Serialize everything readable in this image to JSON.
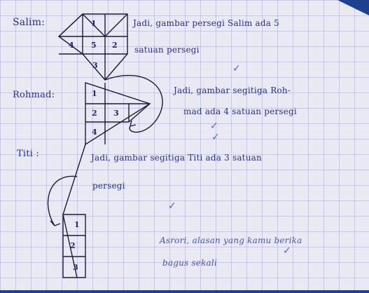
{
  "salim": {
    "name": "Salim:",
    "text_line1": "Jadi, gambar persegi Salim ada 5",
    "text_line2": "satuan persegi",
    "parts": [
      "1",
      "2",
      "3",
      "4",
      "5"
    ]
  },
  "rohmad": {
    "name": "Rohmad:",
    "text_line1": "Jadi, gambar segitiga Roh-",
    "text_line2": "mad ada 4 satuan persegi",
    "parts": [
      "1",
      "2",
      "3",
      "4"
    ]
  },
  "titi": {
    "name": "Titi :",
    "text_line1": "Jadi, gambar segitiga Titi ada 3 satuan",
    "text_line2": "persegi",
    "parts": [
      "1",
      "2",
      "3"
    ]
  },
  "teacher_note": {
    "line1": "Asrori, alasan yang kamu berika",
    "line2": "bagus sekali"
  },
  "check_marks": [
    "✓",
    "✓",
    "✓",
    "✓",
    "✓"
  ],
  "colors": {
    "paper": "#e9e9f3",
    "grid": "#8e97c9",
    "ink": "#2a2f86",
    "background": "#1f3f8f"
  }
}
